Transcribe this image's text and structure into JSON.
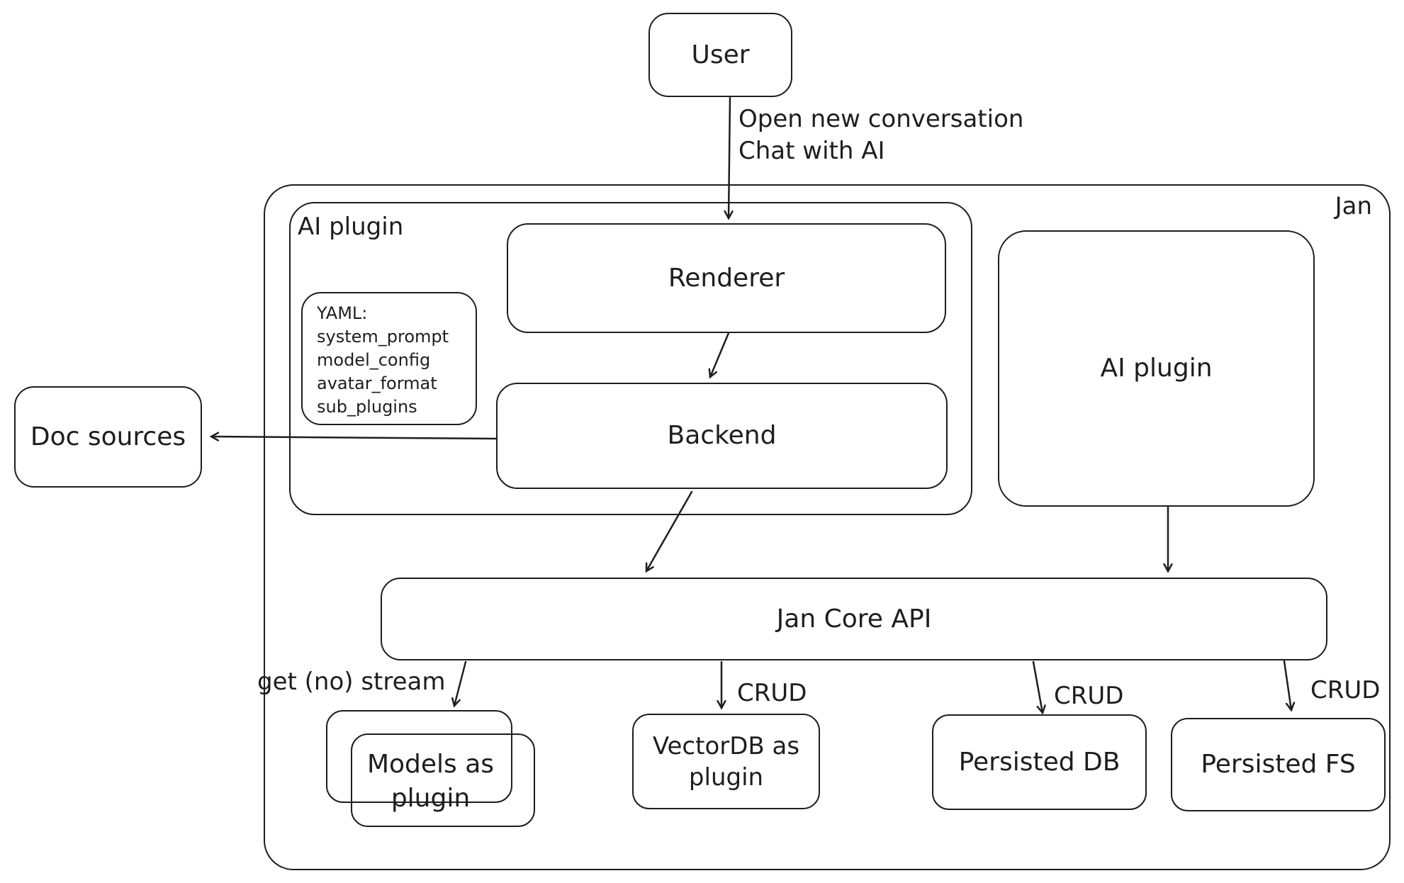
{
  "diagram": {
    "colors": {
      "stroke": "#1e1e1e",
      "background": "#ffffff"
    },
    "containers": {
      "jan": {
        "label": "Jan"
      },
      "ai_plugin_left": {
        "label": "AI plugin"
      }
    },
    "nodes": {
      "user": {
        "label": "User"
      },
      "renderer": {
        "label": "Renderer"
      },
      "backend": {
        "label": "Backend"
      },
      "yaml_note": {
        "text": "YAML:\nsystem_prompt\nmodel_config\navatar_format\nsub_plugins"
      },
      "doc_sources": {
        "label": "Doc sources"
      },
      "ai_plugin_right": {
        "label": "AI plugin"
      },
      "jan_core_api": {
        "label": "Jan Core API"
      },
      "models_as_plugin": {
        "label": "Models as\nplugin"
      },
      "vectordb_as_plugin": {
        "label": "VectorDB as\nplugin"
      },
      "persisted_db": {
        "label": "Persisted DB"
      },
      "persisted_fs": {
        "label": "Persisted FS"
      }
    },
    "edge_labels": {
      "user_to_renderer": "Open new conversation\nChat with AI",
      "api_to_models": "get (no) stream",
      "api_to_vectordb": "CRUD",
      "api_to_persisted_db": "CRUD",
      "api_to_persisted_fs": "CRUD"
    }
  }
}
